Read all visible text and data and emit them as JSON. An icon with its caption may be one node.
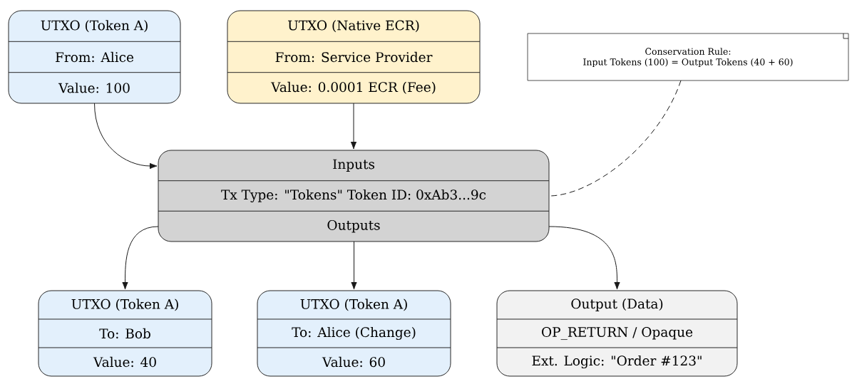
{
  "diagram": {
    "nodes": [
      {
        "text": [
          "UTXO (Token A)",
          "From: Alice",
          "Value: 100"
        ]
      },
      {
        "text": [
          "UTXO (Native ECR)",
          "From: Service Provider",
          "Value: 0.0001 ECR (Fee)"
        ]
      },
      {
        "text": [
          "Conservation Rule:",
          "Input Tokens (100) = Output Tokens (40 + 60)"
        ]
      },
      {
        "text": [
          "Inputs",
          "Tx Type: \"Tokens\" Token ID: 0xAb3...9c",
          "Outputs"
        ]
      },
      {
        "text": [
          "UTXO (Token A)",
          "To: Bob",
          "Value: 40"
        ]
      },
      {
        "text": [
          "UTXO (Token A)",
          "To: Alice (Change)",
          "Value: 60"
        ]
      },
      {
        "text": [
          "Output (Data)",
          "OP_RETURN / Opaque",
          "Ext. Logic: \"Order #123\""
        ]
      }
    ],
    "edges": [
      {
        "from": 0,
        "to": 3,
        "arrow": "to"
      },
      {
        "from": 1,
        "to": 3,
        "arrow": "to"
      },
      {
        "from": 2,
        "to": 3,
        "arrow": "none",
        "style": "dashed"
      },
      {
        "from": 3,
        "to": 4,
        "arrow": "to"
      },
      {
        "from": 3,
        "to": 5,
        "arrow": "to"
      },
      {
        "from": 3,
        "to": 6,
        "arrow": "to"
      }
    ]
  }
}
